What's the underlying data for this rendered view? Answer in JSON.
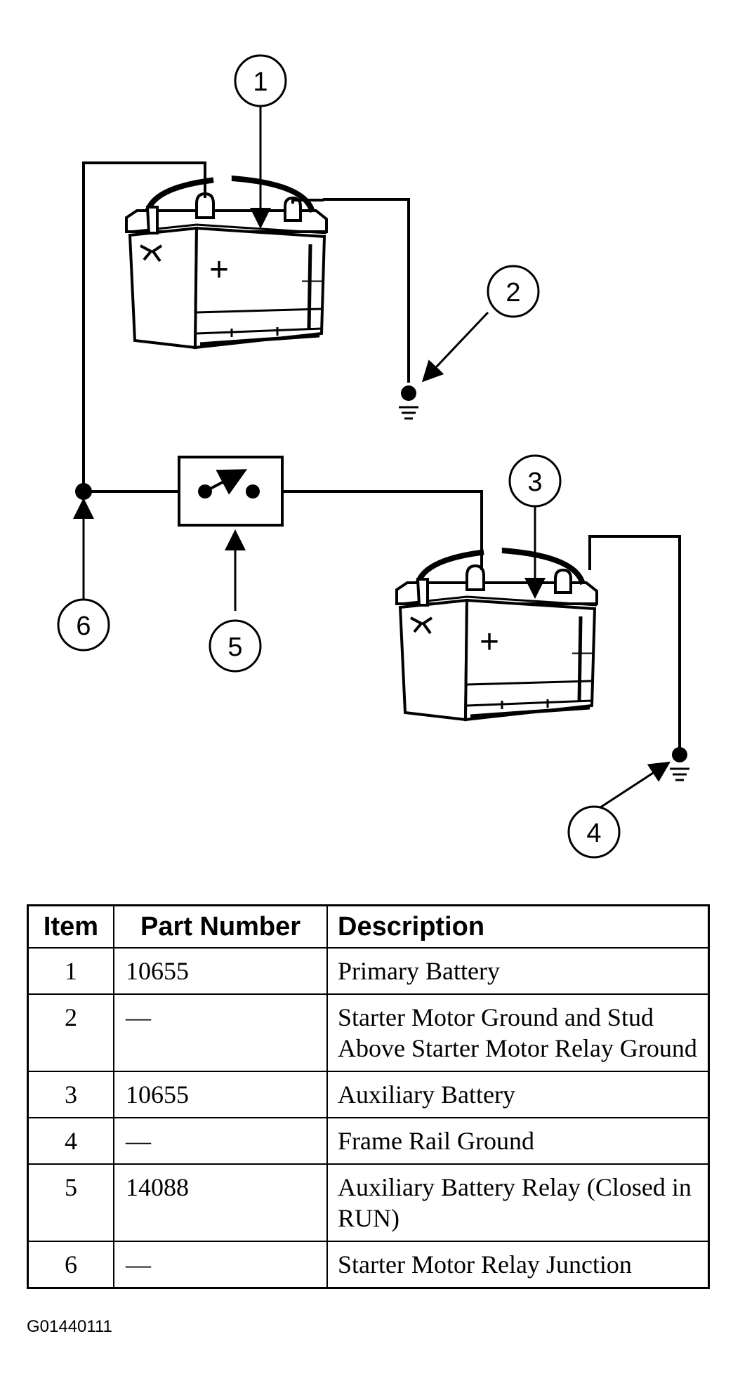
{
  "callouts": [
    "1",
    "2",
    "3",
    "4",
    "5",
    "6"
  ],
  "battery_labels": {
    "positive": "+",
    "negative": "—"
  },
  "table": {
    "headers": {
      "item": "Item",
      "part_number": "Part Number",
      "description": "Description"
    },
    "rows": [
      {
        "item": "1",
        "part_number": "10655",
        "description": "Primary Battery"
      },
      {
        "item": "2",
        "part_number": "—",
        "description": "Starter Motor Ground and Stud Above Starter Motor Relay Ground"
      },
      {
        "item": "3",
        "part_number": "10655",
        "description": "Auxiliary Battery"
      },
      {
        "item": "4",
        "part_number": "—",
        "description": "Frame Rail Ground"
      },
      {
        "item": "5",
        "part_number": "14088",
        "description": "Auxiliary Battery Relay (Closed in RUN)"
      },
      {
        "item": "6",
        "part_number": "—",
        "description": "Starter Motor Relay Junction"
      }
    ]
  },
  "figure_id": "G01440111"
}
